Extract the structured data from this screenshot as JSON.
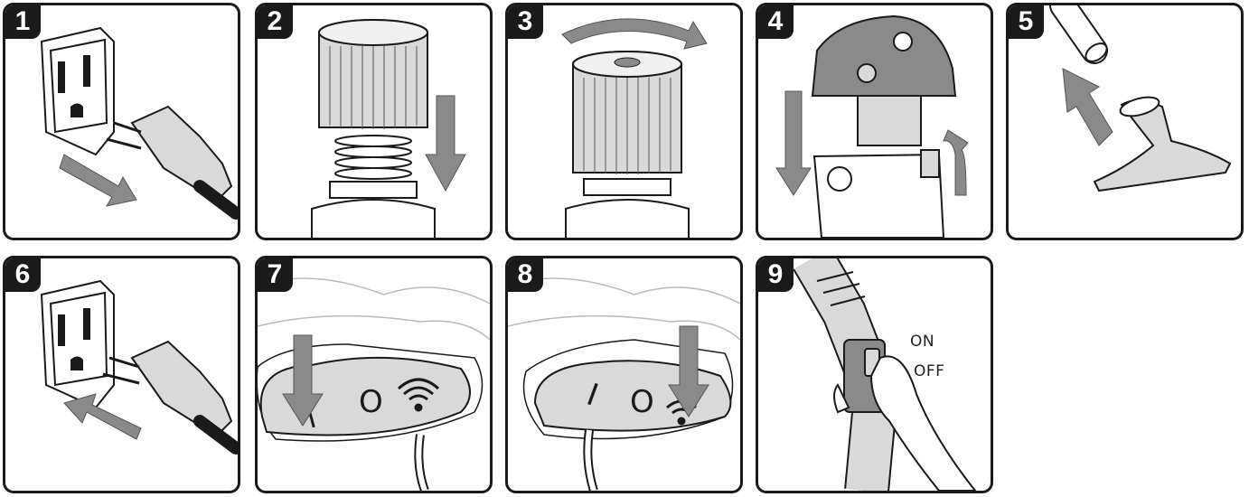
{
  "steps": [
    {
      "number": "1"
    },
    {
      "number": "2"
    },
    {
      "number": "3"
    },
    {
      "number": "4"
    },
    {
      "number": "5"
    },
    {
      "number": "6"
    },
    {
      "number": "7"
    },
    {
      "number": "8"
    },
    {
      "number": "9"
    }
  ],
  "switch_marks": {
    "on": "I",
    "off": "O"
  },
  "labels": {
    "on": "ON",
    "off": "OFF"
  },
  "colors": {
    "outline": "#1a1a1a",
    "arrow": "#8a8a8a",
    "fill": "#d9d9d9",
    "dark": "#7a7a7a"
  }
}
